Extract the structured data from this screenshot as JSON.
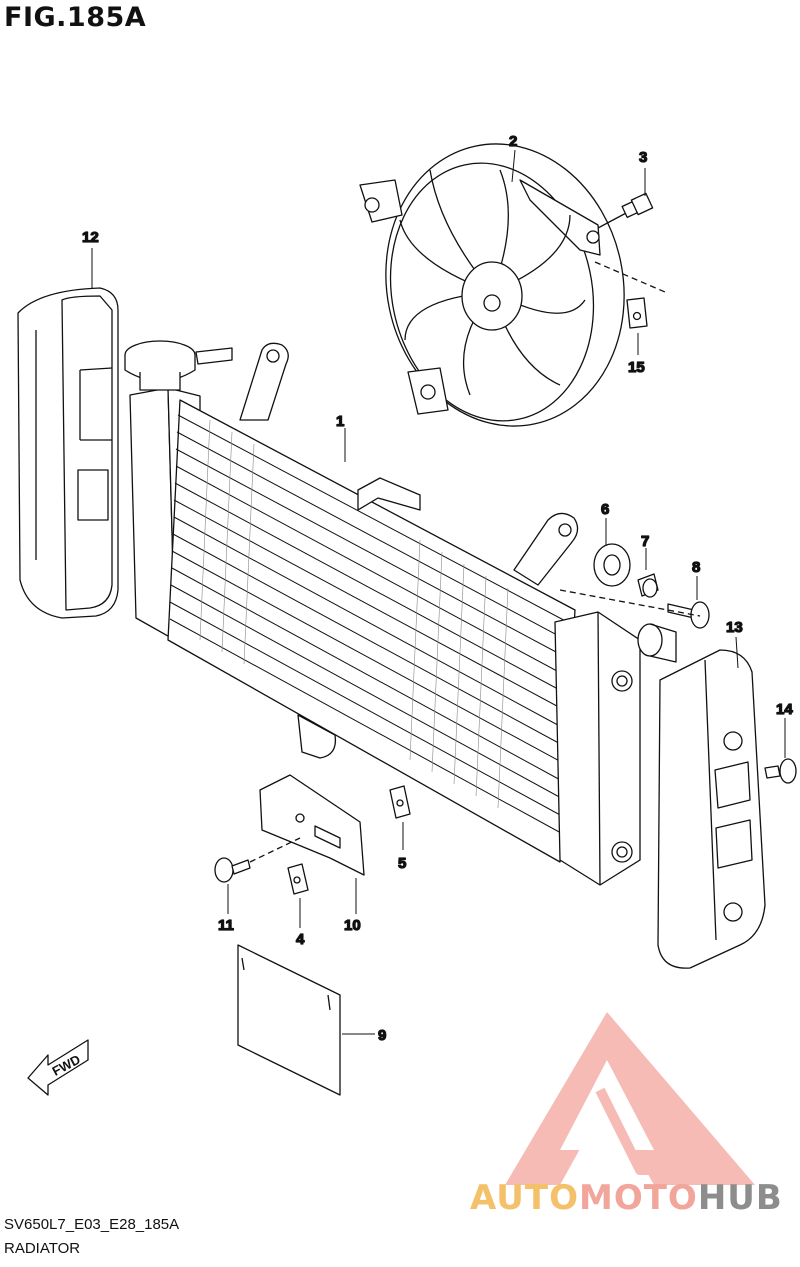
{
  "figure": {
    "title": "FIG.185A"
  },
  "footer": {
    "code": "SV650L7_E03_E28_185A",
    "name": "RADIATOR"
  },
  "direction_label": "FWD",
  "watermark": {
    "part1": "AUTO",
    "part2": "MOTO",
    "part3": "HUB",
    "colors": [
      "#f4c06a",
      "#f1a59b",
      "#8d8d8d"
    ]
  },
  "callouts": [
    {
      "id": "1",
      "text": "1"
    },
    {
      "id": "2",
      "text": "2"
    },
    {
      "id": "3",
      "text": "3"
    },
    {
      "id": "4",
      "text": "4"
    },
    {
      "id": "5",
      "text": "5"
    },
    {
      "id": "6",
      "text": "6"
    },
    {
      "id": "7",
      "text": "7"
    },
    {
      "id": "8",
      "text": "8"
    },
    {
      "id": "9",
      "text": "9"
    },
    {
      "id": "10",
      "text": "10"
    },
    {
      "id": "11",
      "text": "11"
    },
    {
      "id": "12",
      "text": "12"
    },
    {
      "id": "13",
      "text": "13"
    },
    {
      "id": "14",
      "text": "14"
    },
    {
      "id": "15",
      "text": "15"
    }
  ]
}
